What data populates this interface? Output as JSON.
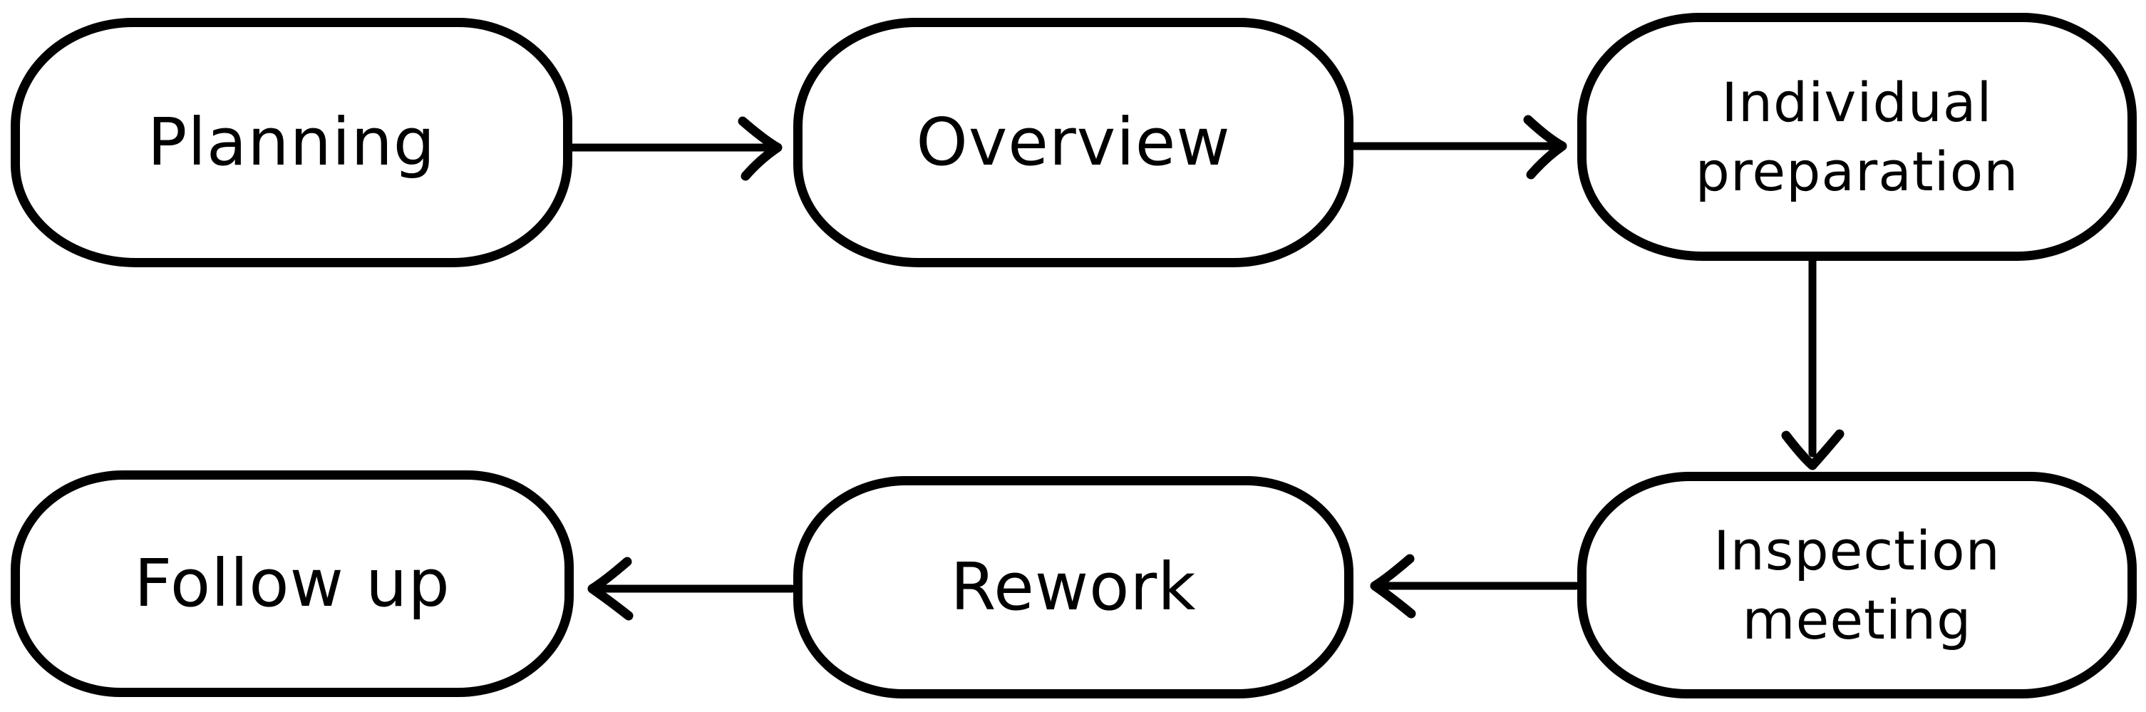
{
  "diagram": {
    "background_color": "#ffffff",
    "stroke_color": "#000000",
    "style": "hand-drawn flowchart, stadium-shaped nodes, open chevron arrowheads",
    "nodes": [
      {
        "id": "planning",
        "label": "Planning",
        "row": "top",
        "column": 1
      },
      {
        "id": "overview",
        "label": "Overview",
        "row": "top",
        "column": 2
      },
      {
        "id": "individual-preparation",
        "label": "Individual\npreparation",
        "row": "top",
        "column": 3
      },
      {
        "id": "inspection-meeting",
        "label": "Inspection\nmeeting",
        "row": "bottom",
        "column": 3
      },
      {
        "id": "rework",
        "label": "Rework",
        "row": "bottom",
        "column": 2
      },
      {
        "id": "follow-up",
        "label": "Follow up",
        "row": "bottom",
        "column": 1
      }
    ],
    "edges": [
      {
        "from": "planning",
        "to": "overview",
        "direction": "right"
      },
      {
        "from": "overview",
        "to": "individual-preparation",
        "direction": "right"
      },
      {
        "from": "individual-preparation",
        "to": "inspection-meeting",
        "direction": "down"
      },
      {
        "from": "inspection-meeting",
        "to": "rework",
        "direction": "left"
      },
      {
        "from": "rework",
        "to": "follow-up",
        "direction": "left"
      }
    ]
  }
}
